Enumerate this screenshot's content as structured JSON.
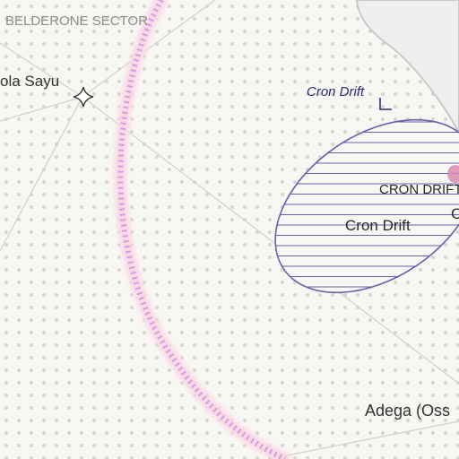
{
  "map": {
    "sector_label": "BELDERONE SECTOR",
    "systems": [
      {
        "name": "ola Sayu",
        "marker": "four-point-star-icon"
      },
      {
        "name": "Adega (Oss"
      }
    ],
    "region": {
      "name_italic": "Cron Drift",
      "name_upper": "CRON DRIFT",
      "name_regular": "Cron Drift",
      "partial_glyph": "C",
      "fill_style": "horizontal-hatch",
      "color": "#6b5fb0"
    },
    "colors": {
      "background": "#f7f7f4",
      "dot_grid": "#d6d6cc",
      "hyperlanes": "#d2d2d2",
      "territory_ring_glow": "#fbd5e3",
      "territory_ring_dash": "#cf9fe6",
      "unexplored_area": "#efefef",
      "unexplored_border": "#c9c9c9",
      "region_outline": "#6b5fb0",
      "label_text": "#333333",
      "italic_label_text": "#2c2c7a",
      "sector_text": "#8c8c8c",
      "pink_marker": "#d98bb0"
    }
  }
}
